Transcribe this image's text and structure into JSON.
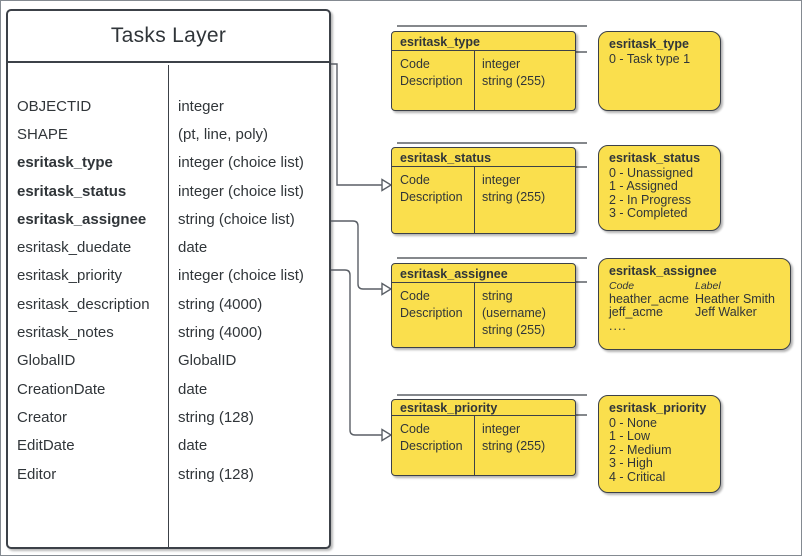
{
  "main_table": {
    "title": "Tasks Layer",
    "fields": [
      {
        "name": "OBJECTID",
        "type": "integer"
      },
      {
        "name": "SHAPE",
        "type": "(pt, line, poly)"
      },
      {
        "name": "esritask_type",
        "type": "integer (choice list)"
      },
      {
        "name": "esritask_status",
        "type": "integer (choice list)"
      },
      {
        "name": "esritask_assignee",
        "type": "string (choice list)"
      },
      {
        "name": "esritask_duedate",
        "type": "date"
      },
      {
        "name": "esritask_priority",
        "type": "integer (choice list)"
      },
      {
        "name": "esritask_description",
        "type": "string (4000)"
      },
      {
        "name": "esritask_notes",
        "type": "string (4000)"
      },
      {
        "name": "GlobalID",
        "type": "GlobalID"
      },
      {
        "name": "CreationDate",
        "type": "date"
      },
      {
        "name": "Creator",
        "type": "string (128)"
      },
      {
        "name": "EditDate",
        "type": "date"
      },
      {
        "name": "Editor",
        "type": "string (128)"
      }
    ]
  },
  "field_tables": [
    {
      "title": "esritask_type",
      "rows": [
        [
          "Code",
          "integer"
        ],
        [
          "Description",
          "string (255)"
        ]
      ]
    },
    {
      "title": "esritask_status",
      "rows": [
        [
          "Code",
          "integer"
        ],
        [
          "Description",
          "string (255)"
        ]
      ]
    },
    {
      "title": "esritask_assignee",
      "rows": [
        [
          "Code",
          "string (username)"
        ],
        [
          "Description",
          "string (255)"
        ]
      ]
    },
    {
      "title": "esritask_priority",
      "rows": [
        [
          "Code",
          "integer"
        ],
        [
          "Description",
          "string (255)"
        ]
      ]
    }
  ],
  "domain_lists": [
    {
      "title": "esritask_type",
      "values": [
        "0 - Task type 1"
      ]
    },
    {
      "title": "esritask_status",
      "values": [
        "0 - Unassigned",
        "1 - Assigned",
        "2 - In Progress",
        "3 - Completed"
      ]
    },
    {
      "title": "esritask_assignee",
      "col_headers": [
        "Code",
        "Label"
      ],
      "pairs": [
        [
          "heather_acme",
          "Heather Smith"
        ],
        [
          "jeff_acme",
          "Jeff Walker"
        ]
      ],
      "more": "...."
    },
    {
      "title": "esritask_priority",
      "values": [
        "0 - None",
        "1 - Low",
        "2 - Medium",
        "3 - High",
        "4 - Critical"
      ]
    }
  ],
  "colors": {
    "box_fill": "#fadf4d",
    "box_border": "#3c4148",
    "connector": "#5a5f66",
    "text": "#303539"
  }
}
